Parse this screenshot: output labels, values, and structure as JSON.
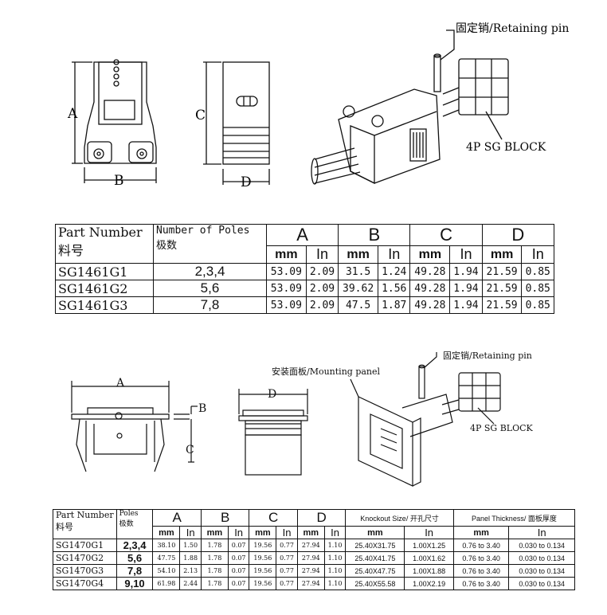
{
  "drawing1": {
    "callout_pin": "固定销/Retaining pin",
    "callout_block": "4P SG BLOCK",
    "dim_a": "A",
    "dim_b": "B",
    "dim_c": "C",
    "dim_d": "D"
  },
  "table1": {
    "part_number_en": "Part Number",
    "part_number_cn": "料号",
    "poles_en": "Number of Poles",
    "poles_cn": "极数",
    "dims": [
      "A",
      "B",
      "C",
      "D"
    ],
    "unit_mm": "mm",
    "unit_in": "In",
    "rows": [
      {
        "part": "SG1461G1",
        "poles": "2,3,4",
        "values": [
          "53.09",
          "2.09",
          "31.5",
          "1.24",
          "49.28",
          "1.94",
          "21.59",
          "0.85"
        ]
      },
      {
        "part": "SG1461G2",
        "poles": "5,6",
        "values": [
          "53.09",
          "2.09",
          "39.62",
          "1.56",
          "49.28",
          "1.94",
          "21.59",
          "0.85"
        ]
      },
      {
        "part": "SG1461G3",
        "poles": "7,8",
        "values": [
          "53.09",
          "2.09",
          "47.5",
          "1.87",
          "49.28",
          "1.94",
          "21.59",
          "0.85"
        ]
      }
    ]
  },
  "drawing2": {
    "callout_panel": "安装面板/Mounting panel",
    "callout_pin": "固定销/Retaining pin",
    "callout_block": "4P SG BLOCK",
    "dim_a": "A",
    "dim_b": "B",
    "dim_c": "C",
    "dim_d": "D"
  },
  "table2": {
    "part_number_en": "Part Number",
    "part_number_cn": "料号",
    "poles_en": "Poles",
    "poles_cn": "极数",
    "dims": [
      "A",
      "B",
      "C",
      "D"
    ],
    "knockout": "Knockout Size/ 开孔尺寸",
    "thickness": "Panel Thickness/ 面板厚度",
    "unit_mm": "mm",
    "unit_in": "In",
    "rows": [
      {
        "part": "SG1470G1",
        "poles": "2,3,4",
        "values": [
          "38.10",
          "1.50",
          "1.78",
          "0.07",
          "19.56",
          "0.77",
          "27.94",
          "1.10"
        ],
        "ko_mm": "25.40X31.75",
        "ko_in": "1.00X1.25",
        "th_mm": "0.76 to 3.40",
        "th_in": "0.030 to 0.134"
      },
      {
        "part": "SG1470G2",
        "poles": "5,6",
        "values": [
          "47.75",
          "1.88",
          "1.78",
          "0.07",
          "19.56",
          "0.77",
          "27.94",
          "1.10"
        ],
        "ko_mm": "25.40X41.75",
        "ko_in": "1.00X1.62",
        "th_mm": "0.76 to 3.40",
        "th_in": "0.030 to 0.134"
      },
      {
        "part": "SG1470G3",
        "poles": "7,8",
        "values": [
          "54.10",
          "2.13",
          "1.78",
          "0.07",
          "19.56",
          "0.77",
          "27.94",
          "1.10"
        ],
        "ko_mm": "25.40X47.75",
        "ko_in": "1.00X1.88",
        "th_mm": "0.76 to 3.40",
        "th_in": "0.030 to 0.134"
      },
      {
        "part": "SG1470G4",
        "poles": "9,10",
        "values": [
          "61.98",
          "2.44",
          "1.78",
          "0.07",
          "19.56",
          "0.77",
          "27.94",
          "1.10"
        ],
        "ko_mm": "25.40X55.58",
        "ko_in": "1.00X2.19",
        "th_mm": "0.76 to 3.40",
        "th_in": "0.030 to 0.134"
      }
    ]
  }
}
